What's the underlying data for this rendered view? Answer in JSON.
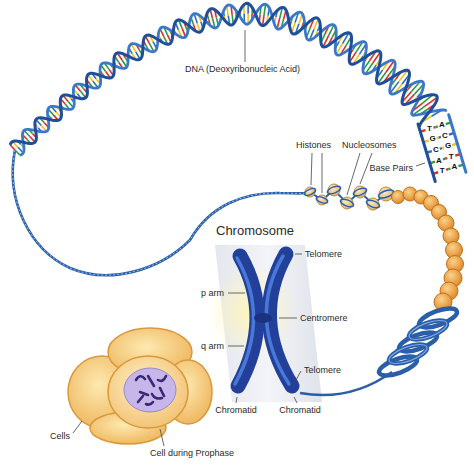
{
  "diagram": {
    "labels": [
      "DNA (Deoxyribonucleic Acid)",
      "Base Pairs",
      "T",
      "A",
      "G",
      "C",
      "C",
      "G",
      "A",
      "T",
      "T",
      "A",
      "Histones",
      "Nucleosomes",
      "Chromosome",
      "Telomere",
      "p arm",
      "Centromere",
      "q arm",
      "Telomere",
      "Chromatid",
      "Chromatid",
      "Cells",
      "Cell during Prophase"
    ]
  }
}
